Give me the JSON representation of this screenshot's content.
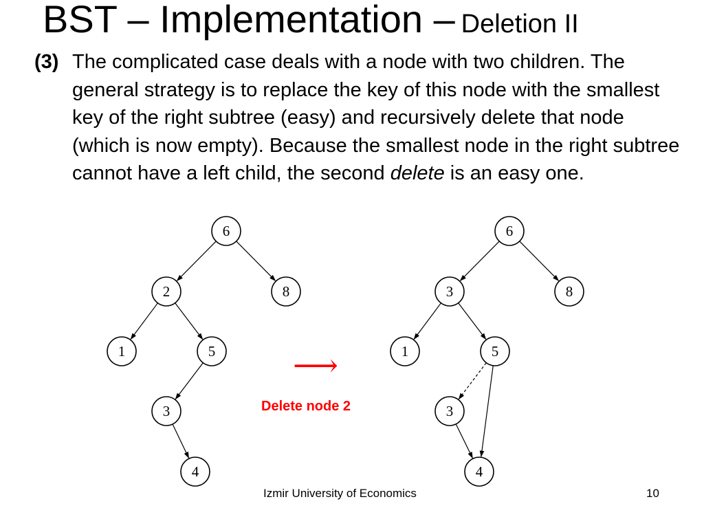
{
  "slide": {
    "title_main": "BST – Implementation –",
    "title_sub": "Deletion II",
    "item_marker": "(3)",
    "paragraph_before_em": "The complicated case deals with a node with two children. The general strategy is to replace the key of this node with the smallest key of the right subtree (easy) and recursively delete that node (which is now empty). Because the smallest node in the right subtree cannot have a left child, the second ",
    "paragraph_em": "delete",
    "paragraph_after_em": " is an easy one.",
    "arrow_symbol": "⟶",
    "caption": "Delete node 2",
    "footer": "Izmir University of Economics",
    "page_number": "10",
    "accent_color": "#ff0000"
  },
  "trees": {
    "before": {
      "nodes": [
        {
          "id": "6",
          "label": "6"
        },
        {
          "id": "2",
          "label": "2"
        },
        {
          "id": "8",
          "label": "8"
        },
        {
          "id": "1",
          "label": "1"
        },
        {
          "id": "5",
          "label": "5"
        },
        {
          "id": "3",
          "label": "3"
        },
        {
          "id": "4",
          "label": "4"
        }
      ],
      "edges": [
        {
          "from": "6",
          "to": "2",
          "style": "solid"
        },
        {
          "from": "6",
          "to": "8",
          "style": "solid"
        },
        {
          "from": "2",
          "to": "1",
          "style": "solid"
        },
        {
          "from": "2",
          "to": "5",
          "style": "solid"
        },
        {
          "from": "5",
          "to": "3",
          "style": "solid"
        },
        {
          "from": "3",
          "to": "4",
          "style": "solid"
        }
      ]
    },
    "after": {
      "nodes": [
        {
          "id": "6",
          "label": "6"
        },
        {
          "id": "3",
          "label": "3"
        },
        {
          "id": "8",
          "label": "8"
        },
        {
          "id": "1",
          "label": "1"
        },
        {
          "id": "5",
          "label": "5"
        },
        {
          "id": "3b",
          "label": "3"
        },
        {
          "id": "4",
          "label": "4"
        }
      ],
      "edges": [
        {
          "from": "6",
          "to": "3",
          "style": "solid"
        },
        {
          "from": "6",
          "to": "8",
          "style": "solid"
        },
        {
          "from": "3",
          "to": "1",
          "style": "solid"
        },
        {
          "from": "3",
          "to": "5",
          "style": "solid"
        },
        {
          "from": "5",
          "to": "3b",
          "style": "dashed"
        },
        {
          "from": "5",
          "to": "4",
          "style": "solid"
        },
        {
          "from": "3b",
          "to": "4",
          "style": "solid"
        }
      ]
    }
  }
}
